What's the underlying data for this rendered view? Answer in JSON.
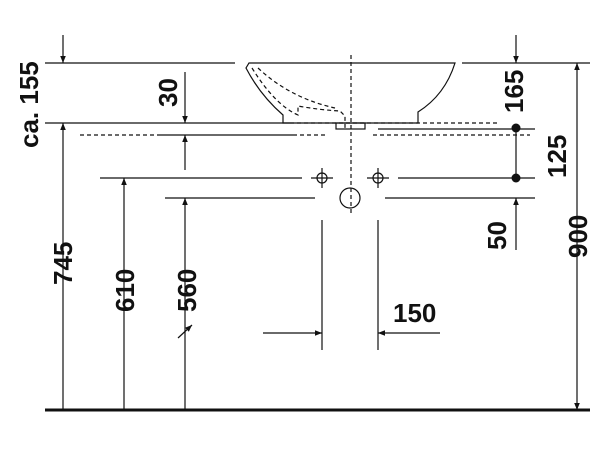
{
  "drawing": {
    "dimensions": {
      "bowl_height_approx": "ca. 155",
      "countertop": "30",
      "bowl_above_top": "165",
      "drain_below_top": "125",
      "drain_offset": "50",
      "total_height": "900",
      "countertop_height": "745",
      "supply_height": "610",
      "drain_height": "560",
      "supply_spacing": "150"
    },
    "line_color": "#111111"
  }
}
